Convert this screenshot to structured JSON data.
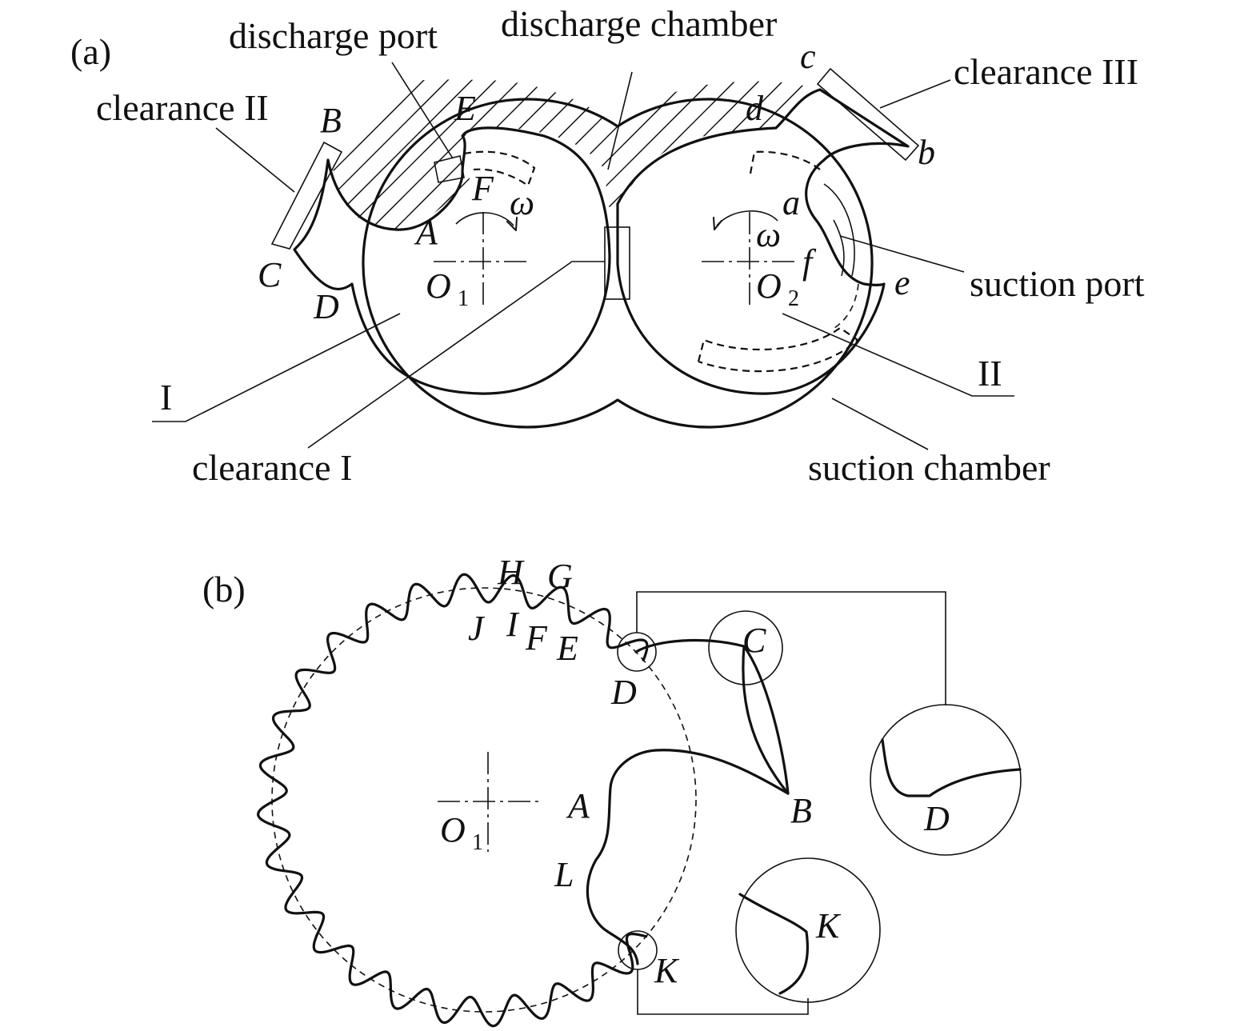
{
  "panel_a": {
    "tag": "(a)",
    "labels": {
      "discharge_port": "discharge port",
      "discharge_chamber": "discharge chamber",
      "clearance_2": "clearance II",
      "clearance_3": "clearance III",
      "clearance_1": "clearance I",
      "suction_port": "suction port",
      "suction_chamber": "suction chamber",
      "rotor_1": "I",
      "rotor_2": "II"
    },
    "points": {
      "B": "B",
      "E": "E",
      "F": "F",
      "A": "A",
      "C": "C",
      "D": "D",
      "c": "c",
      "d": "d",
      "b": "b",
      "a": "a",
      "f": "f",
      "e": "e"
    },
    "omega": "ω",
    "center_1": "O",
    "center_1_sub": "1",
    "center_2": "O",
    "center_2_sub": "2"
  },
  "panel_b": {
    "tag": "(b)",
    "points": {
      "H": "H",
      "G": "G",
      "J": "J",
      "I": "I",
      "F": "F",
      "E": "E",
      "D": "D",
      "C": "C",
      "A": "A",
      "B": "B",
      "L": "L",
      "K": "K"
    },
    "detail_D": "D",
    "detail_K": "K",
    "center": "O",
    "center_sub": "1"
  }
}
